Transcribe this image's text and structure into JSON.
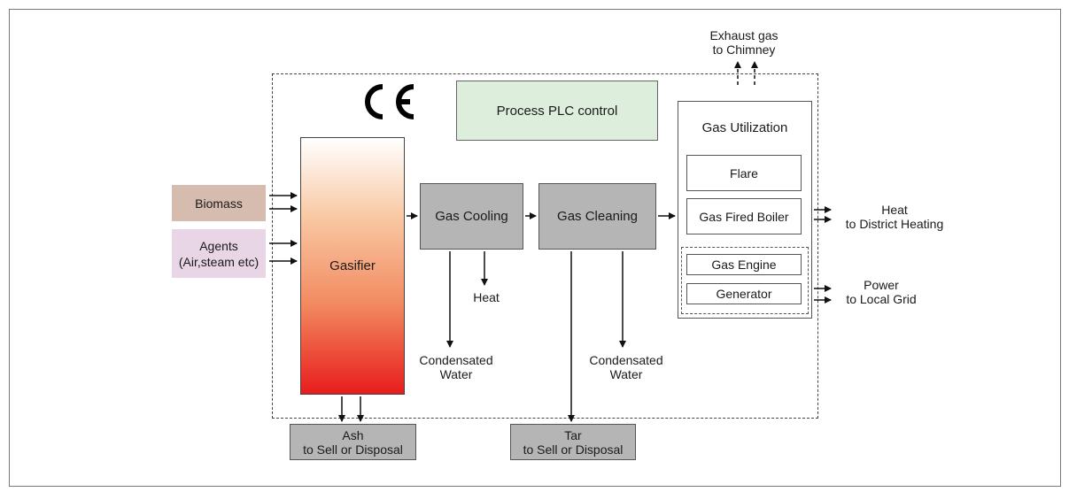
{
  "diagram": {
    "plc": "Process PLC control",
    "ce_mark": "CE",
    "inputs": {
      "biomass": "Biomass",
      "agents_line1": "Agents",
      "agents_line2": "(Air,steam etc)"
    },
    "gasifier": "Gasifier",
    "gas_cooling": "Gas Cooling",
    "gas_cleaning": "Gas Cleaning",
    "utilization": {
      "title": "Gas Utilization",
      "flare": "Flare",
      "boiler": "Gas Fired Boiler",
      "engine": "Gas Engine",
      "generator": "Generator"
    },
    "outputs": {
      "exhaust_line1": "Exhaust gas",
      "exhaust_line2": "to Chimney",
      "heat_line1": "Heat",
      "heat_line2": "to District Heating",
      "power_line1": "Power",
      "power_line2": "to Local Grid",
      "cooling_heat": "Heat",
      "condensate1_line1": "Condensated",
      "condensate1_line2": "Water",
      "condensate2_line1": "Condensated",
      "condensate2_line2": "Water",
      "ash_line1": "Ash",
      "ash_line2": "to Sell or Disposal",
      "tar_line1": "Tar",
      "tar_line2": "to Sell or Disposal"
    }
  }
}
